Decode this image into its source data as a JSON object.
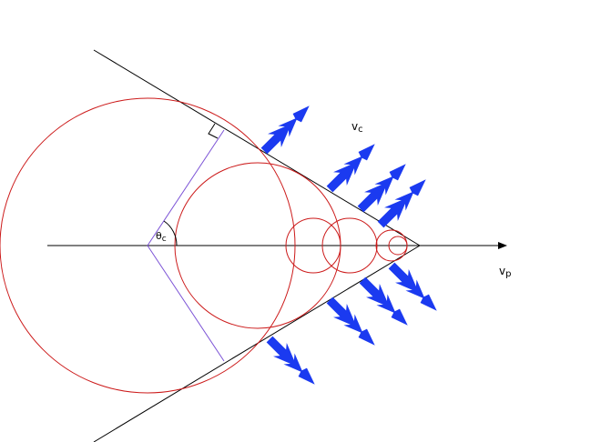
{
  "labels": {
    "photon_velocity": "v",
    "photon_velocity_sub": "c",
    "particle_velocity": "v",
    "particle_velocity_sub": "p",
    "angle": "θ",
    "angle_sub": "c"
  },
  "colors": {
    "wavefront": "#cc1a1a",
    "radius": "#7b52d6",
    "wave_arrow": "#1b3af0",
    "line": "#000000",
    "background": "#ffffff"
  },
  "icons": [
    "right-angle-marker",
    "angle-arc",
    "wave-arrow"
  ]
}
